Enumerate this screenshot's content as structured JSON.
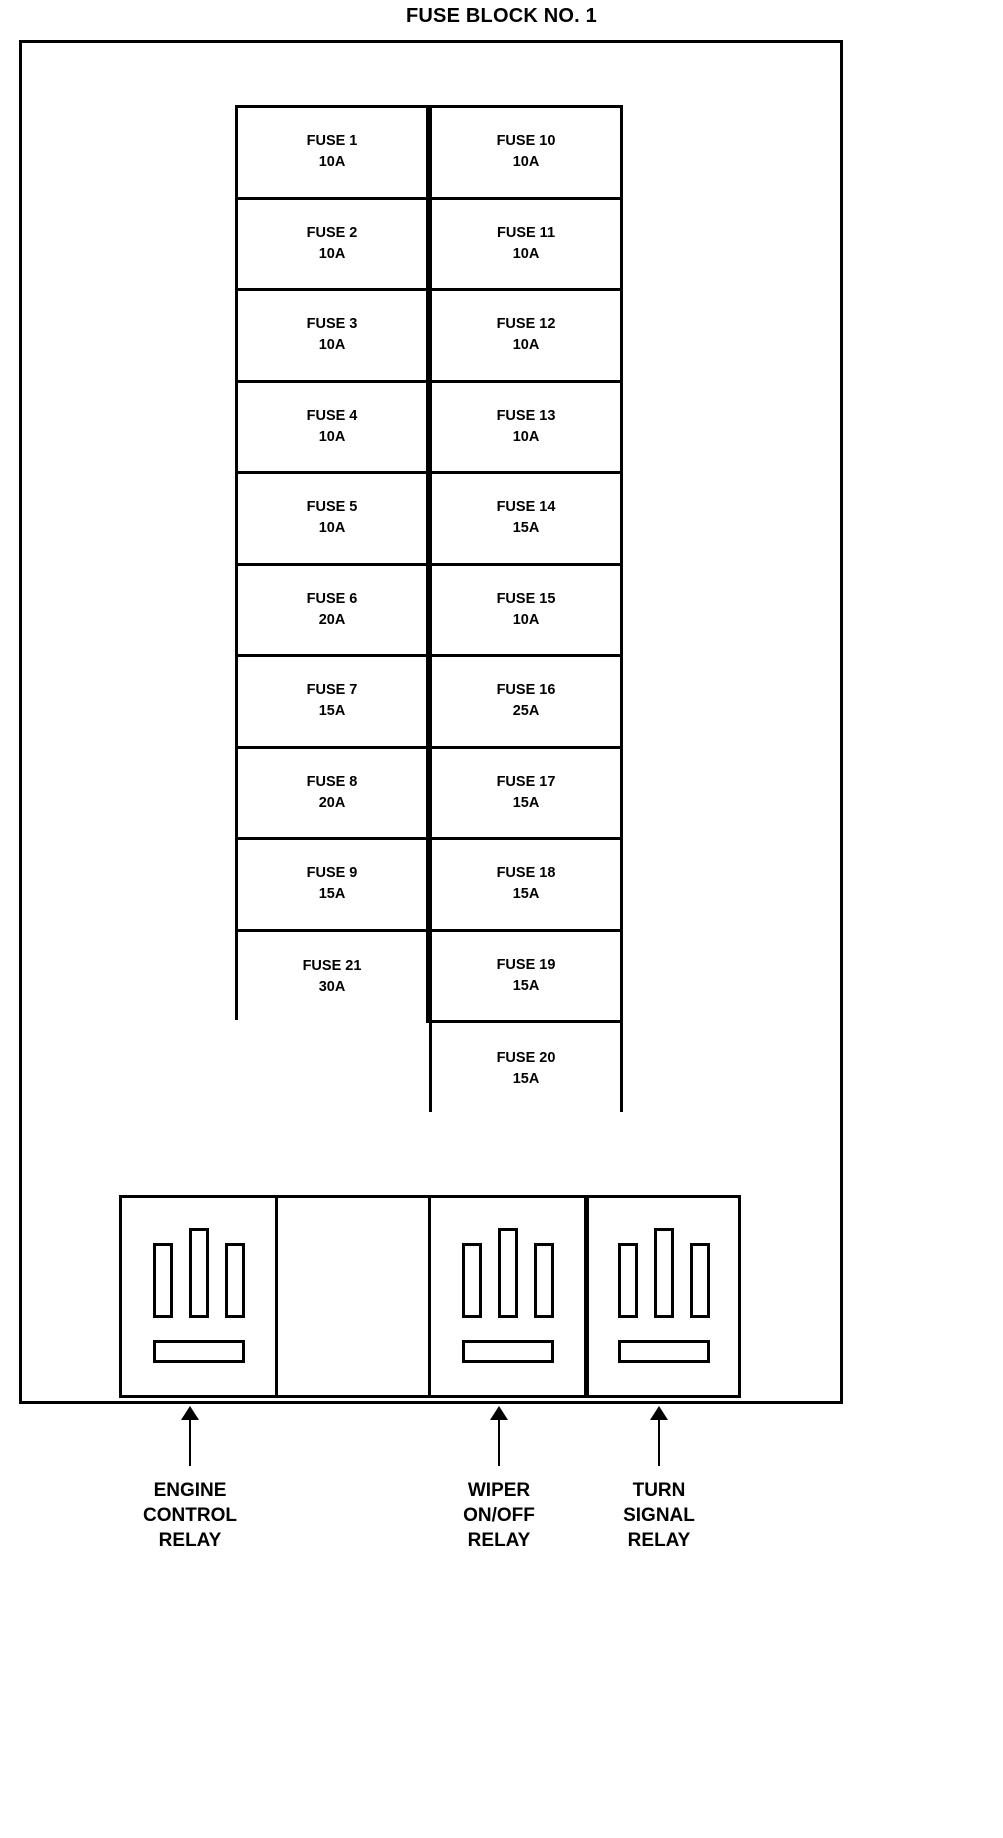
{
  "diagram": {
    "title": "FUSE BLOCK NO. 1"
  },
  "fuse_grid": {
    "left_column": [
      {
        "name": "FUSE 1",
        "amp": "10A"
      },
      {
        "name": "FUSE 2",
        "amp": "10A"
      },
      {
        "name": "FUSE 3",
        "amp": "10A"
      },
      {
        "name": "FUSE 4",
        "amp": "10A"
      },
      {
        "name": "FUSE 5",
        "amp": "10A"
      },
      {
        "name": "FUSE 6",
        "amp": "20A"
      },
      {
        "name": "FUSE 7",
        "amp": "15A"
      },
      {
        "name": "FUSE 8",
        "amp": "20A"
      },
      {
        "name": "FUSE 9",
        "amp": "15A"
      },
      {
        "name": "FUSE 21",
        "amp": "30A"
      }
    ],
    "right_column": [
      {
        "name": "FUSE 10",
        "amp": "10A"
      },
      {
        "name": "FUSE 11",
        "amp": "10A"
      },
      {
        "name": "FUSE 12",
        "amp": "10A"
      },
      {
        "name": "FUSE 13",
        "amp": "10A"
      },
      {
        "name": "FUSE 14",
        "amp": "15A"
      },
      {
        "name": "FUSE 15",
        "amp": "10A"
      },
      {
        "name": "FUSE 16",
        "amp": "25A"
      },
      {
        "name": "FUSE 17",
        "amp": "15A"
      },
      {
        "name": "FUSE 18",
        "amp": "15A"
      },
      {
        "name": "FUSE 19",
        "amp": "15A"
      },
      {
        "name": "FUSE 20",
        "amp": "15A"
      }
    ]
  },
  "relays": [
    {
      "label_line1": "ENGINE",
      "label_line2": "CONTROL",
      "label_line3": "RELAY"
    },
    {
      "label_line1": "WIPER",
      "label_line2": "ON/OFF",
      "label_line3": "RELAY"
    },
    {
      "label_line1": "TURN",
      "label_line2": "SIGNAL",
      "label_line3": "RELAY"
    }
  ],
  "colors": {
    "line": "#000000",
    "background": "#ffffff"
  }
}
